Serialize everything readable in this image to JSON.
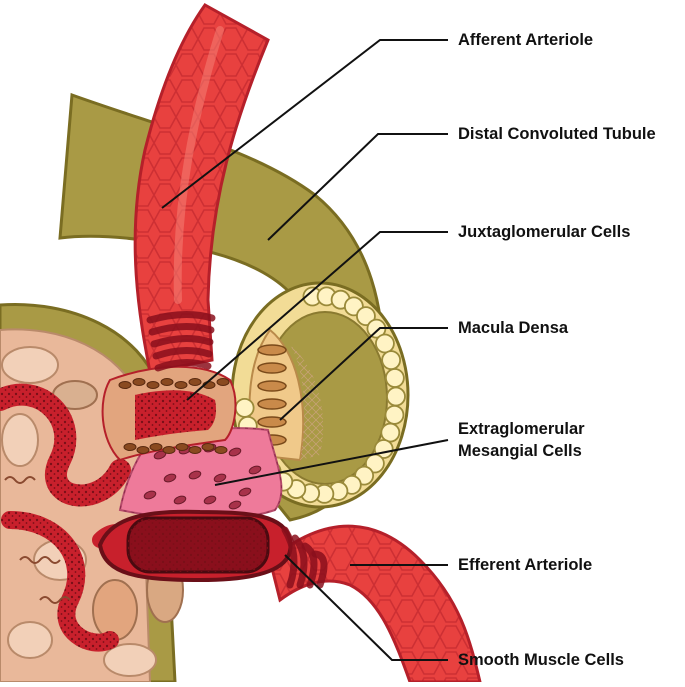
{
  "diagram": {
    "labels": [
      {
        "id": "afferent-arteriole",
        "lines": [
          "Afferent Arteriole"
        ]
      },
      {
        "id": "distal-convoluted-tubule",
        "lines": [
          "Distal Convoluted Tubule"
        ]
      },
      {
        "id": "juxtaglomerular-cells",
        "lines": [
          "Juxtaglomerular Cells"
        ]
      },
      {
        "id": "macula-densa",
        "lines": [
          "Macula Densa"
        ]
      },
      {
        "id": "extraglomerular-mesangial-cells",
        "lines": [
          "Extraglomerular",
          "Mesangial Cells"
        ]
      },
      {
        "id": "efferent-arteriole",
        "lines": [
          "Efferent Arteriole"
        ]
      },
      {
        "id": "smooth-muscle-cells",
        "lines": [
          "Smooth Muscle Cells"
        ]
      }
    ],
    "colors": {
      "vessel_red": "#e8413f",
      "vessel_dark": "#b5202a",
      "vessel_light": "#f47a70",
      "tubule_olive": "#a99a45",
      "tubule_dark": "#7a6d22",
      "macula_cream": "#f2dc96",
      "mesangial_pink": "#ee7a9a",
      "glomerulus_tan": "#e9b89a"
    }
  }
}
